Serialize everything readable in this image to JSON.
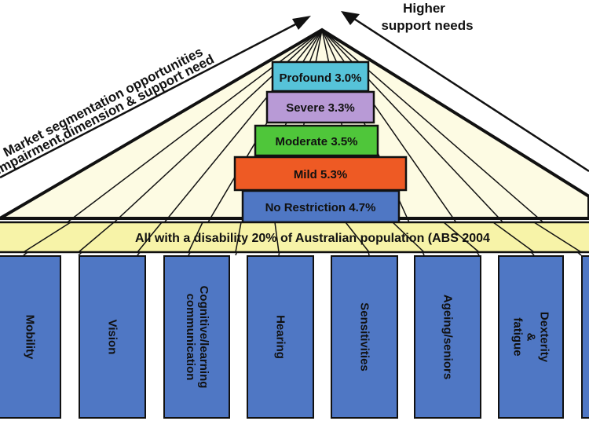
{
  "arrows": {
    "left_line1": "Market segmentation opportunities",
    "left_line2": "impairment,dimension & support need",
    "right_line1": "Higher",
    "right_line2": "support needs"
  },
  "levels": [
    {
      "label": "Profound 3.0%",
      "color": "#56c3d9"
    },
    {
      "label": "Severe 3.3%",
      "color": "#b89ad6"
    },
    {
      "label": "Moderate 3.5%",
      "color": "#4fc63a"
    },
    {
      "label": "Mild 5.3%",
      "color": "#ee5a24"
    },
    {
      "label": "No Restriction 4.7%",
      "color": "#4f77c4"
    }
  ],
  "beam": {
    "label": "All with a disability 20% of Australian population (ABS 2004"
  },
  "pillars": [
    {
      "label": "Mobility"
    },
    {
      "label": "Vision"
    },
    {
      "label": "Cognitive/learning\ncommunication"
    },
    {
      "label": "Hearing"
    },
    {
      "label": "Sensitivities"
    },
    {
      "label": "Ageing/seniors"
    },
    {
      "label": "Dexterity &\nfatigue"
    }
  ],
  "colors": {
    "roof_fill": "#fdfbe3",
    "beam_fill": "#f7f3a8",
    "pillar_fill": "#4f77c4",
    "outline": "#111111"
  }
}
